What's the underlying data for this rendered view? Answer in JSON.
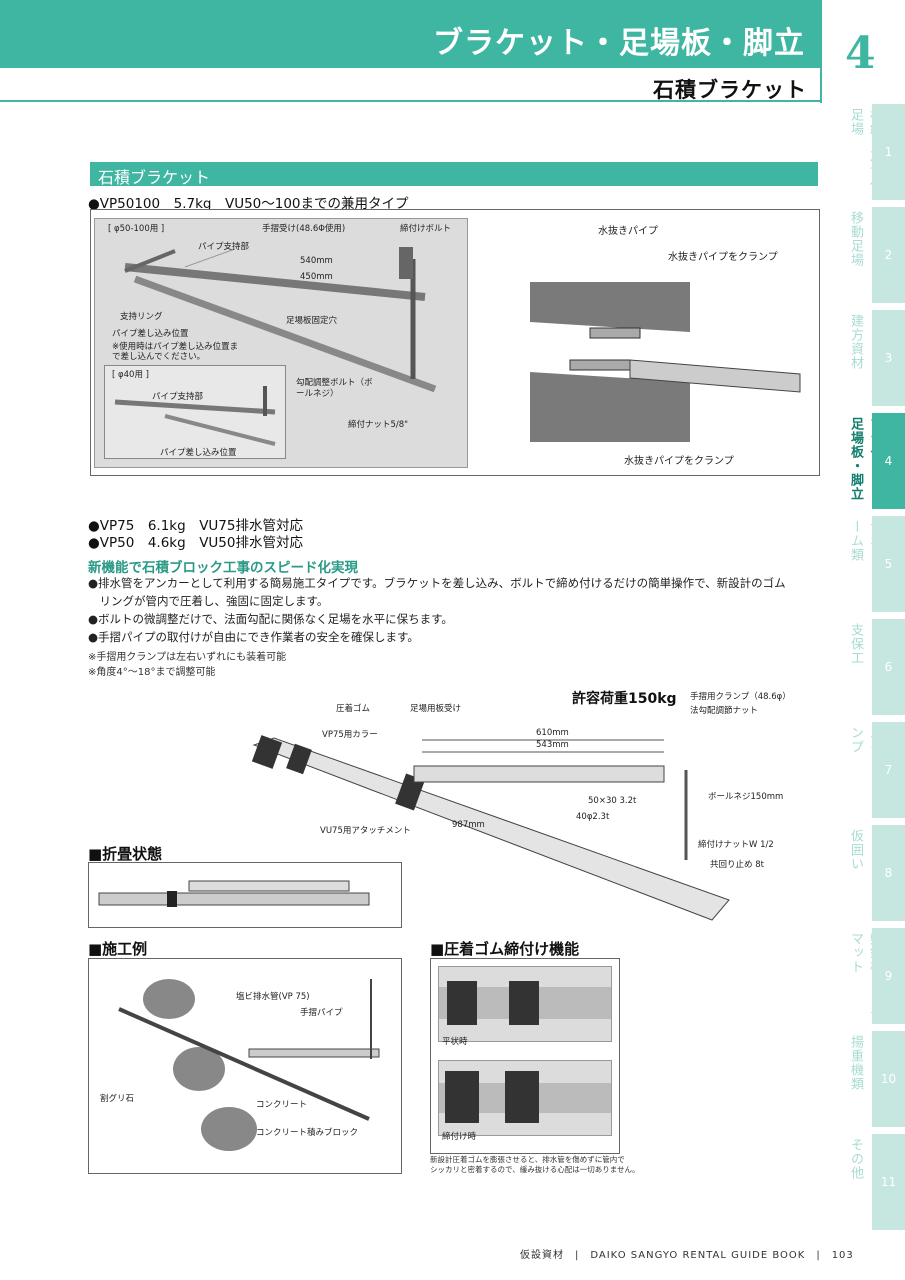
{
  "header": {
    "title": "ブラケット・足場板・脚立",
    "chapter": "4",
    "subtitle": "石積ブラケット"
  },
  "tabs": [
    {
      "label": "枠組・次世代足場",
      "num": "1"
    },
    {
      "label": "移動足場",
      "num": "2"
    },
    {
      "label": "建方資材",
      "num": "3"
    },
    {
      "label": "ブラケット・足場板・脚立",
      "num": "4"
    },
    {
      "label": "サポート・ビーム類",
      "num": "5"
    },
    {
      "label": "支保工",
      "num": "6"
    },
    {
      "label": "パイプ・クランプ",
      "num": "7"
    },
    {
      "label": "仮囲い",
      "num": "8"
    },
    {
      "label": "敷鉄板・ゴムマット",
      "num": "9"
    },
    {
      "label": "揚重機類",
      "num": "10"
    },
    {
      "label": "その他",
      "num": "11"
    }
  ],
  "section": {
    "title": "石積ブラケット",
    "spec1": "●VP50100　5.7kg　VU50～100までの兼用タイプ"
  },
  "fig1": {
    "label_main": "[ φ50-100用 ]",
    "handrail": "手摺受け(48.6Φ使用)",
    "bolt": "締付けボルト",
    "pipe_support": "パイプ支持部",
    "dim1": "540mm",
    "dim2": "450mm",
    "ring": "支持リング",
    "board_hole": "足場板固定穴",
    "insert_pos": "パイプ差し込み位置",
    "note": "※使用時はパイプ差し込み位置まで差し込んでください。",
    "adj_bolt": "勾配調整ボルト（ボールネジ）",
    "nut": "締付ナット5/8\"",
    "label_40": "[ φ40用 ]",
    "pipe_support_40": "パイプ支持部",
    "insert_pos_40": "パイプ差し込み位置"
  },
  "fig2": {
    "drain": "水抜きパイプ",
    "clamp_top": "水抜きパイプをクランプ",
    "clamp_bottom": "水抜きパイプをクランプ"
  },
  "specs2": [
    "●VP75　6.1kg　VU75排水管対応",
    "●VP50　4.6kg　VU50排水管対応"
  ],
  "features": {
    "title": "新機能で石積ブロック工事のスピード化実現",
    "items": [
      "●排水管をアンカーとして利用する簡易施工タイプです。ブラケットを差し込み、ボルトで締め付けるだけの簡単操作で、新設計のゴム",
      "　リングが管内で圧着し、強固に固定します。",
      "●ボルトの微調整だけで、法面勾配に関係なく足場を水平に保ちます。",
      "●手摺パイプの取付けが自由にでき作業者の安全を確保します。"
    ],
    "notes": [
      "※手摺用クランプは左右いずれにも装着可能",
      "※角度4°～18°まで調整可能"
    ]
  },
  "fig3": {
    "load": "許容荷重150kg",
    "rubber": "圧着ゴム",
    "board_rest": "足場用板受け",
    "collar": "VP75用カラー",
    "attach": "VU75用アタッチメント",
    "dim610": "610mm",
    "dim543": "543mm",
    "dim987": "987mm",
    "dim_section": "50×30 3.2t",
    "dim_pipe": "40φ2.3t",
    "handrail_clamp": "手摺用クランプ（48.6φ）",
    "slope_nut": "法勾配調節ナット",
    "ball_screw": "ボールネジ150mm",
    "nut_w": "締付けナットW 1/2",
    "stopper": "共回り止め 8t"
  },
  "folded": {
    "title": "■折畳状態"
  },
  "example": {
    "title": "■施工例",
    "pvc": "塩ビ排水管(VP 75)",
    "handrail": "手摺パイプ",
    "stone": "割グリ石",
    "concrete": "コンクリート",
    "block": "コンクリート積みブロック"
  },
  "rubber": {
    "title": "■圧着ゴム締付け機能",
    "state1": "平状時",
    "state2": "締付け時",
    "caption1": "新設計圧着ゴムを膨張させると、排水管を傷めずに管内で",
    "caption2": "シッカリと密着するので、緩み抜ける心配は一切ありません。"
  },
  "footer": {
    "text": "仮設資材　|　DAIKO SANGYO RENTAL GUIDE BOOK　|　103"
  },
  "colors": {
    "accent": "#3fb6a2",
    "tab_inactive": "#c5e7e0",
    "tab_text": "#a7dcd2"
  }
}
